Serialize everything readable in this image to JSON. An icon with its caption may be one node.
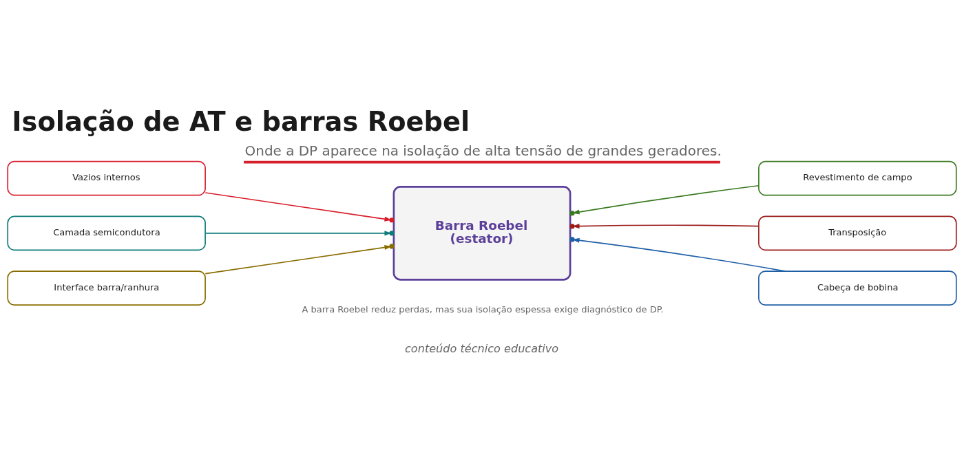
{
  "diagram": {
    "title": "Isolação de AT e barras Roebel",
    "nodes": [
      {
        "text": [
          "Vazios internos"
        ]
      },
      {
        "text": [
          "Revestimento de campo"
        ]
      },
      {
        "text": [
          "Camada semicondutora"
        ]
      },
      {
        "text": [
          "Barra Roebel (estator)"
        ]
      },
      {
        "text": [
          "Transposição"
        ]
      },
      {
        "text": [
          "Interface barra/ranhura"
        ]
      },
      {
        "text": [
          "Cabeça de bobina"
        ]
      }
    ],
    "edges": [
      {
        "from": 0,
        "to": 3,
        "arrow": "to",
        "color": "#d81e2c"
      },
      {
        "from": 1,
        "to": 3,
        "arrow": "to",
        "color": "#3a7a20"
      },
      {
        "from": 2,
        "to": 3,
        "arrow": "to",
        "color": "#0f7b7b"
      },
      {
        "from": 4,
        "to": 3,
        "arrow": "to",
        "color": "#9c1c1c"
      },
      {
        "from": 5,
        "to": 3,
        "arrow": "to",
        "color": "#8a6d00"
      },
      {
        "from": 6,
        "to": 3,
        "arrow": "to",
        "color": "#1f5fa6"
      }
    ],
    "labels": [
      "Onde a DP aparece na isolação de alta tensão de grandes geradores.",
      "A barra Roebel reduz perdas, mas sua isolação espessa exige diagnóstico de DP.",
      "conteúdo técnico educativo"
    ]
  }
}
